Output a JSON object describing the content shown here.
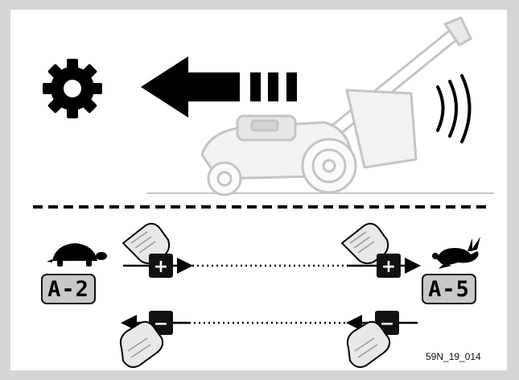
{
  "figure_code": "59N_19_014",
  "display_slow": "A-2",
  "display_fast": "A-5",
  "button_plus": "+",
  "button_minus": "−",
  "icons": {
    "settings": "gear-icon",
    "direction": "left-arrow-icon",
    "sound": "sound-waves-icon",
    "slow_speed": "turtle-icon",
    "fast_speed": "rabbit-icon",
    "machine": "lawn-mower-icon",
    "press": "finger-press-icon"
  }
}
